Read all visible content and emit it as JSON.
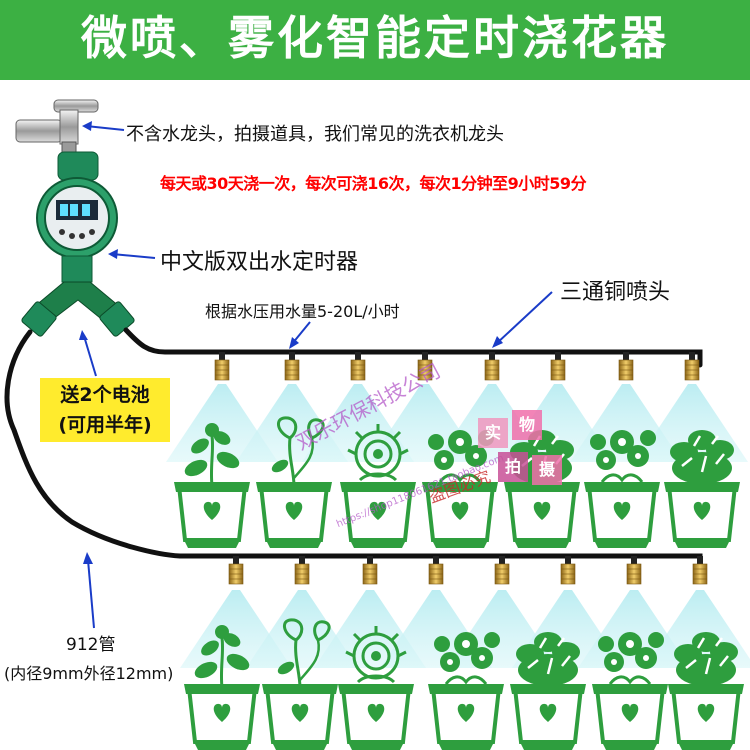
{
  "banner": {
    "title": "微喷、雾化智能定时浇花器"
  },
  "notes": {
    "faucet": "不含水龙头，拍摄道具，我们常见的洗衣机龙头",
    "schedule": "每天或30天浇一次，每次可浇16次，每次1分钟至9小时59分",
    "timer": "中文版双出水定时器",
    "nozzle": "三通铜喷头",
    "flow": "根据水压用水量5-20L/小时",
    "battery_line1": "送2个电池",
    "battery_line2": "(可用半年)",
    "tube_name": "912管",
    "tube_spec": "(内径9mm外径12mm)"
  },
  "watermark": {
    "company": "双乐环保科技公司",
    "shop": "https://shop118061621.taobao.com",
    "no_copy": "盗图必究",
    "stamp": [
      "实",
      "物",
      "拍",
      "摄"
    ]
  },
  "colors": {
    "banner": "#3cb043",
    "spray": "#bfeff3",
    "pot_green": "#2e9e3e",
    "brass": "#c99a2e",
    "red_text": "#ff0000",
    "battery_bg": "#ffeb2d"
  }
}
